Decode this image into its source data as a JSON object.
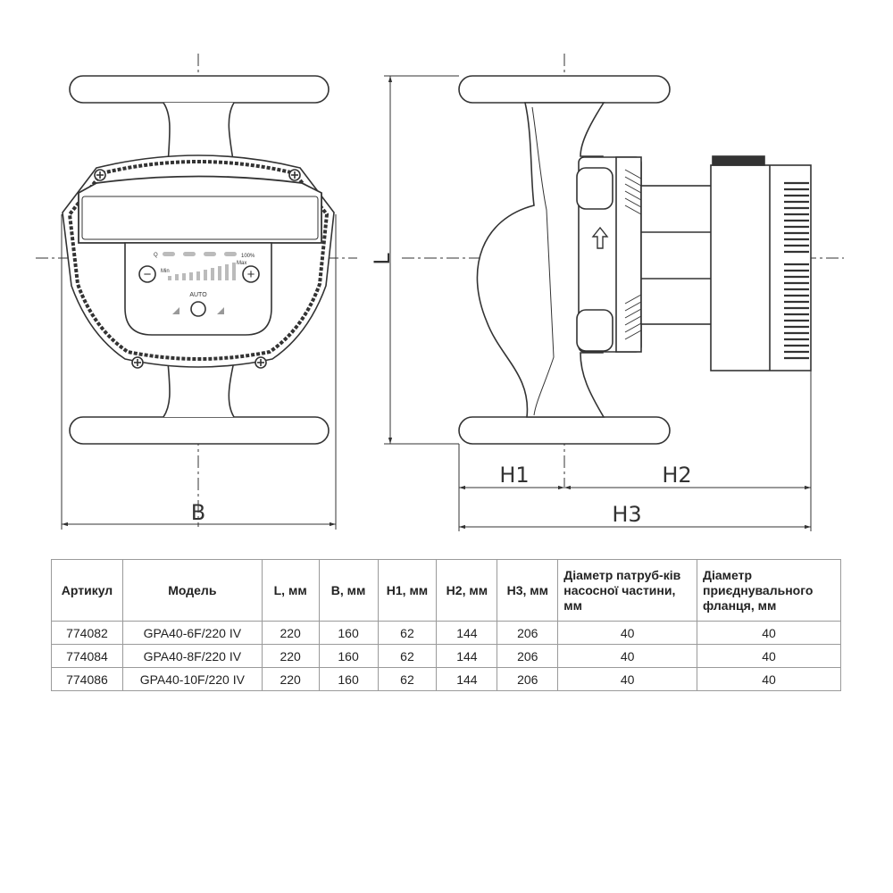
{
  "dimensions": {
    "L": "L",
    "B": "B",
    "H1": "H1",
    "H2": "H2",
    "H3": "H3"
  },
  "control_panel": {
    "q_label": "Q",
    "percent_label": "100%",
    "min_label": "Min",
    "max_label": "Max",
    "minus_symbol": "−",
    "plus_symbol": "+",
    "auto_label": "AUTO"
  },
  "table": {
    "headers": {
      "article": "Артикул",
      "model": "Модель",
      "l": "L, мм",
      "b": "B, мм",
      "h1": "H1, мм",
      "h2": "H2, мм",
      "h3": "H3, мм",
      "pipe_diameter": "Діаметр патруб-ків насосної частини, мм",
      "flange_diameter": "Діаметр приєднувального фланця, мм"
    },
    "rows": [
      {
        "article": "774082",
        "model": "GPA40-6F/220 IV",
        "l": "220",
        "b": "160",
        "h1": "62",
        "h2": "144",
        "h3": "206",
        "pipe": "40",
        "flange": "40"
      },
      {
        "article": "774084",
        "model": "GPA40-8F/220 IV",
        "l": "220",
        "b": "160",
        "h1": "62",
        "h2": "144",
        "h3": "206",
        "pipe": "40",
        "flange": "40"
      },
      {
        "article": "774086",
        "model": "GPA40-10F/220 IV",
        "l": "220",
        "b": "160",
        "h1": "62",
        "h2": "144",
        "h3": "206",
        "pipe": "40",
        "flange": "40"
      }
    ]
  }
}
